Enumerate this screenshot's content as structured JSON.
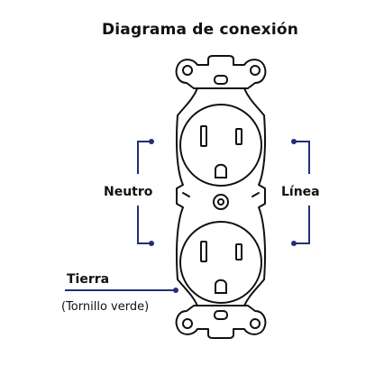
{
  "title": "Diagrama de conexión",
  "labels": {
    "neutral": "Neutro",
    "line": "Línea",
    "ground": "Tierra",
    "ground_note": "(Tornillo verde)"
  },
  "colors": {
    "outline": "#111111",
    "wire": "#1f2f7a",
    "background": "#ffffff"
  }
}
